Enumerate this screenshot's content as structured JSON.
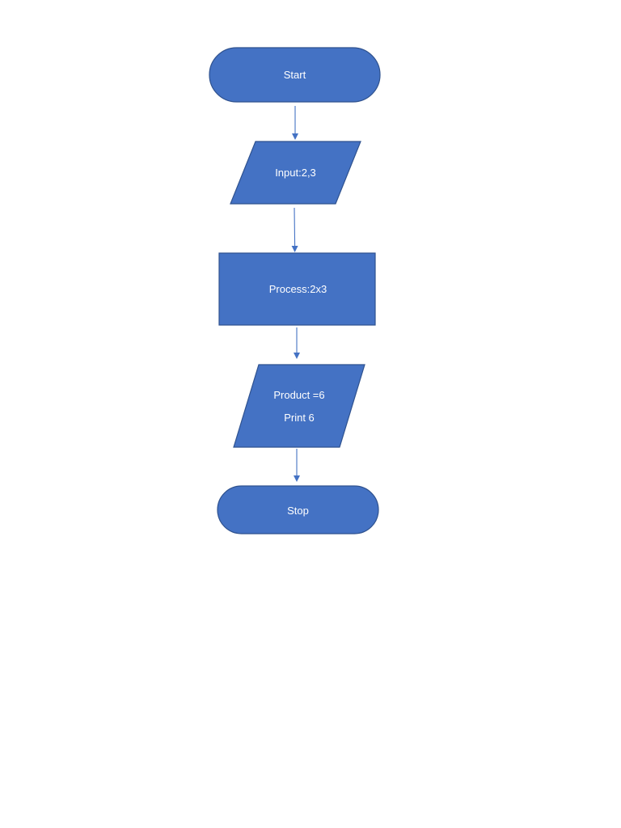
{
  "flowchart": {
    "nodes": [
      {
        "id": "start",
        "shape": "terminal",
        "lines": [
          "Start"
        ]
      },
      {
        "id": "input",
        "shape": "parallelogram",
        "lines": [
          "Input:2,3"
        ]
      },
      {
        "id": "process",
        "shape": "rectangle",
        "lines": [
          "Process:2x3"
        ]
      },
      {
        "id": "output",
        "shape": "parallelogram",
        "lines": [
          "Product =6",
          "Print 6"
        ]
      },
      {
        "id": "stop",
        "shape": "terminal",
        "lines": [
          "Stop"
        ]
      }
    ],
    "edges": [
      {
        "from": "start",
        "to": "input"
      },
      {
        "from": "input",
        "to": "process"
      },
      {
        "from": "process",
        "to": "output"
      },
      {
        "from": "output",
        "to": "stop"
      }
    ],
    "colors": {
      "fill": "#4472c4",
      "stroke": "#2f528f",
      "text": "#ffffff",
      "connector": "#4472c4"
    }
  }
}
